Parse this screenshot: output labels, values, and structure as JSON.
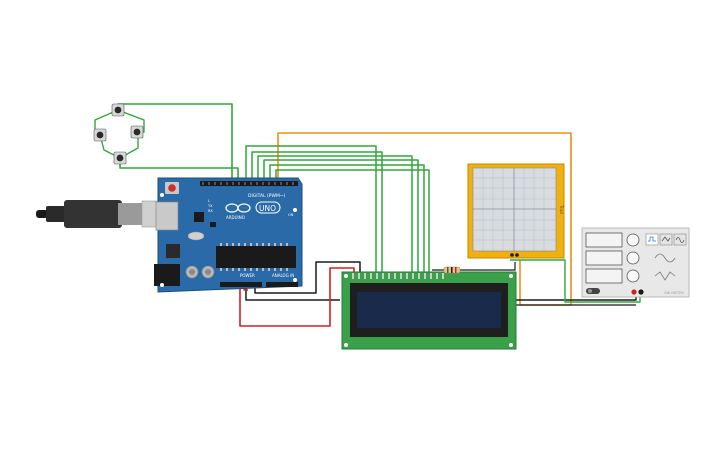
{
  "arduino": {
    "brand": "ARDUINO",
    "model": "UNO",
    "digital_label": "DIGITAL (PWM~)",
    "power_label": "POWER",
    "analog_label": "ANALOG IN",
    "tx_label": "TX",
    "rx_label": "RX",
    "l_label": "L",
    "on_label": "ON"
  },
  "oscilloscope": {
    "side_label": "Tcad"
  },
  "function_generator": {
    "brand": "GW INSTEK"
  },
  "colors": {
    "wire_green": "#2fa83a",
    "wire_orange": "#e8901a",
    "wire_red": "#d42020",
    "wire_black": "#1a1a1a",
    "arduino_blue": "#2a6aa8",
    "lcd_pcb": "#3aa04a",
    "lcd_screen": "#1a2a4a",
    "scope_frame": "#f0b010"
  }
}
